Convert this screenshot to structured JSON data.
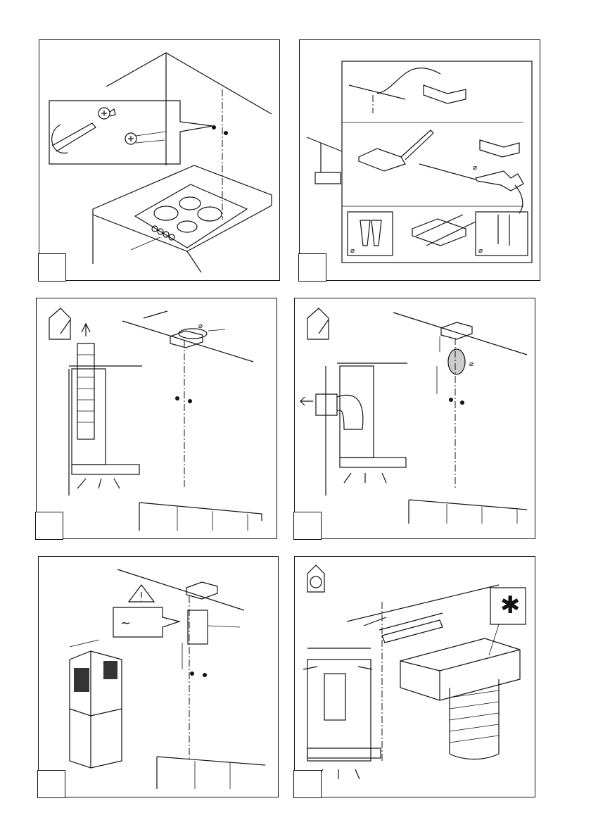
{
  "panels": [
    {
      "id": "panel-1",
      "step_number": ""
    },
    {
      "id": "panel-2",
      "step_number": ""
    },
    {
      "id": "panel-3",
      "step_number": ""
    },
    {
      "id": "panel-4",
      "step_number": ""
    },
    {
      "id": "panel-5",
      "step_number": "",
      "warning_text": "~"
    },
    {
      "id": "panel-6",
      "step_number": "",
      "callout_symbol": "✱"
    }
  ],
  "icons": {
    "diameter_symbol": "⌀",
    "warning_icon": "warning-triangle-icon",
    "exhaust_house_icon": "house-exhaust-icon",
    "recirculation_house_icon": "house-recirculation-icon"
  }
}
